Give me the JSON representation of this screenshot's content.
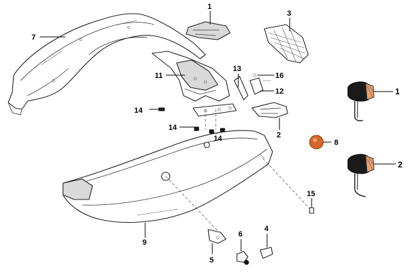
{
  "callouts": {
    "c1_top": "1",
    "c3": "3",
    "c7": "7",
    "c11": "11",
    "c13": "13",
    "c16": "16",
    "c12": "12",
    "c14_a": "14",
    "c14_b": "14",
    "c14_c": "14",
    "c2_lens": "2",
    "c1_signal": "1",
    "c8": "8",
    "c2_signal": "2",
    "c15": "15",
    "c9": "9",
    "c5": "5",
    "c6": "6",
    "c4": "4"
  },
  "colors": {
    "reflector": "#d4662a",
    "signal_lens": "#e8a070",
    "signal_body": "#1a1a1a"
  }
}
